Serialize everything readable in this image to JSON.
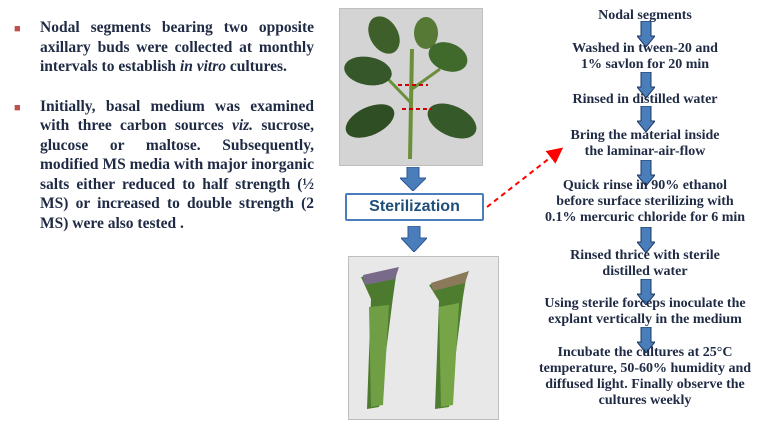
{
  "bullets": [
    {
      "before": "Nodal segments bearing two opposite axillary buds were collected at monthly intervals to establish ",
      "italic": "in vitro",
      "after": " cultures."
    },
    {
      "before": "Initially, basal medium was examined with three carbon sources ",
      "italic": "viz.",
      "after": " sucrose, glucose or maltose. Subsequently, modified MS media with major inorganic salts either reduced to half strength (½ MS) or increased to double strength (2 MS) were also tested ."
    }
  ],
  "sterilization_label": "Sterilization",
  "flow_steps": [
    {
      "lines": [
        "Nodal segments"
      ]
    },
    {
      "lines": [
        "Washed in tween-20 and",
        "1% savlon for 20 min"
      ]
    },
    {
      "lines": [
        "Rinsed in distilled water"
      ]
    },
    {
      "lines": [
        "Bring the material inside",
        "the laminar-air-flow"
      ]
    },
    {
      "lines": [
        "Quick rinse in 90% ethanol",
        "before surface sterilizing with",
        "0.1% mercuric chloride for 6 min"
      ]
    },
    {
      "lines": [
        "Rinsed thrice with sterile",
        "distilled water"
      ]
    },
    {
      "lines": [
        "Using sterile forceps inoculate the",
        "explant vertically in the medium"
      ]
    },
    {
      "lines": [
        "Incubate the cultures at 25°C",
        "temperature, 50-60% humidity and",
        "diffused light. Finally observe the",
        "cultures weekly"
      ]
    }
  ],
  "colors": {
    "arrow": "#4a7ebb",
    "arrow_border": "#1f3864",
    "dashed": "#ff0000",
    "bullet": "#c0504d",
    "text": "#1f2a44"
  }
}
